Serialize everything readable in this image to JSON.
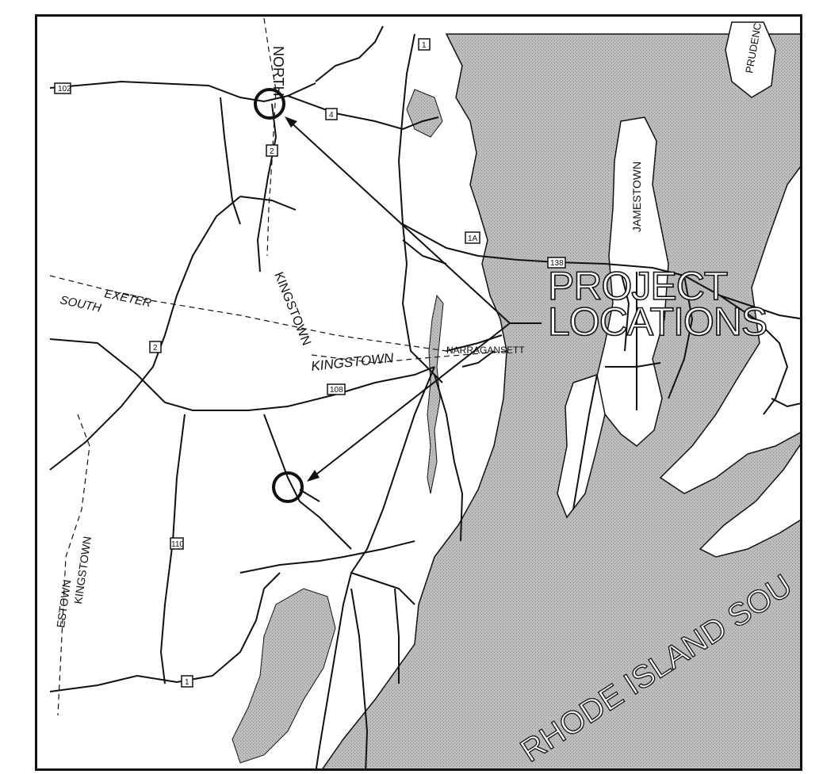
{
  "map": {
    "callout": {
      "line1": "PROJECT",
      "line2": "LOCATIONS"
    },
    "water_label": "RHODE ISLAND SOU",
    "town_labels": {
      "north": "NORTH",
      "prudence": "PRUDENC",
      "jamestown": "JAMESTOWN",
      "south": "SOUTH",
      "exeter": "EXETER",
      "kingstown_upper": "KINGSTOWN",
      "kingstown_mid": "KINGSTOWN",
      "narragansett": "NARRAGANSETT",
      "west_kingstown": "KINGSTOWN",
      "estown": "ESTOWN"
    },
    "routes": [
      "102",
      "4",
      "2",
      "1",
      "1A",
      "138",
      "108",
      "110",
      "2",
      "1"
    ],
    "colors": {
      "water": "#b7b7b7",
      "land": "#ffffff",
      "ink": "#111111"
    }
  }
}
